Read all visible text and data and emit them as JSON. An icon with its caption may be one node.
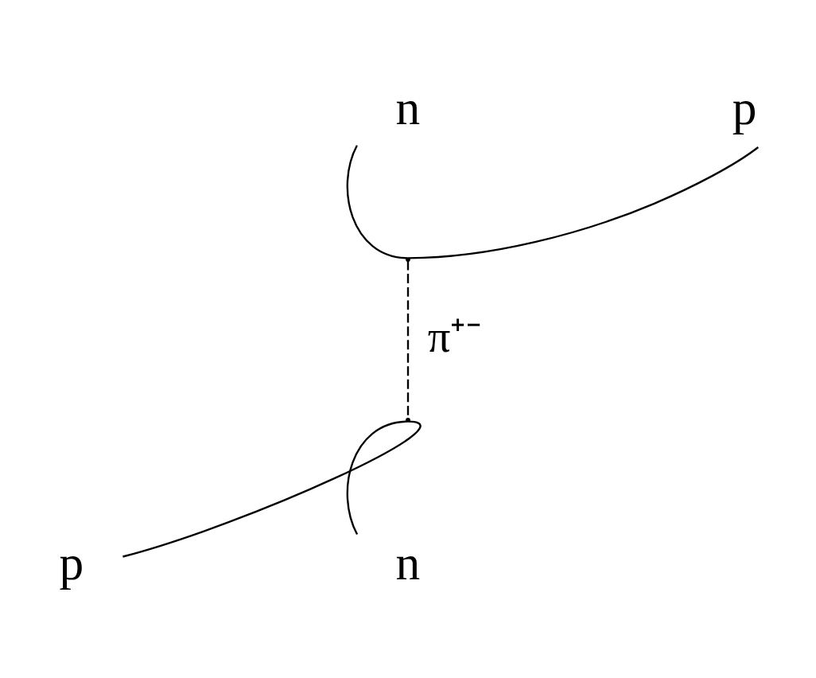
{
  "diagram": {
    "nodes": [
      {
        "text": [
          "n"
        ]
      },
      {
        "text": [
          "p"
        ]
      },
      {
        "text": [
          "p"
        ]
      },
      {
        "text": [
          "n"
        ]
      },
      {
        "text": [],
        "shape": "point"
      },
      {
        "text": [],
        "shape": "point"
      }
    ],
    "edges": [
      {
        "from": 0,
        "to": 4,
        "arrow": "none"
      },
      {
        "from": 4,
        "to": 1,
        "arrow": "none"
      },
      {
        "from": 4,
        "to": 5,
        "arrow": "none",
        "style": "dashed",
        "label": "π⁺⁻"
      },
      {
        "from": 2,
        "to": 5,
        "arrow": "none"
      },
      {
        "from": 5,
        "to": 3,
        "arrow": "none"
      }
    ]
  }
}
